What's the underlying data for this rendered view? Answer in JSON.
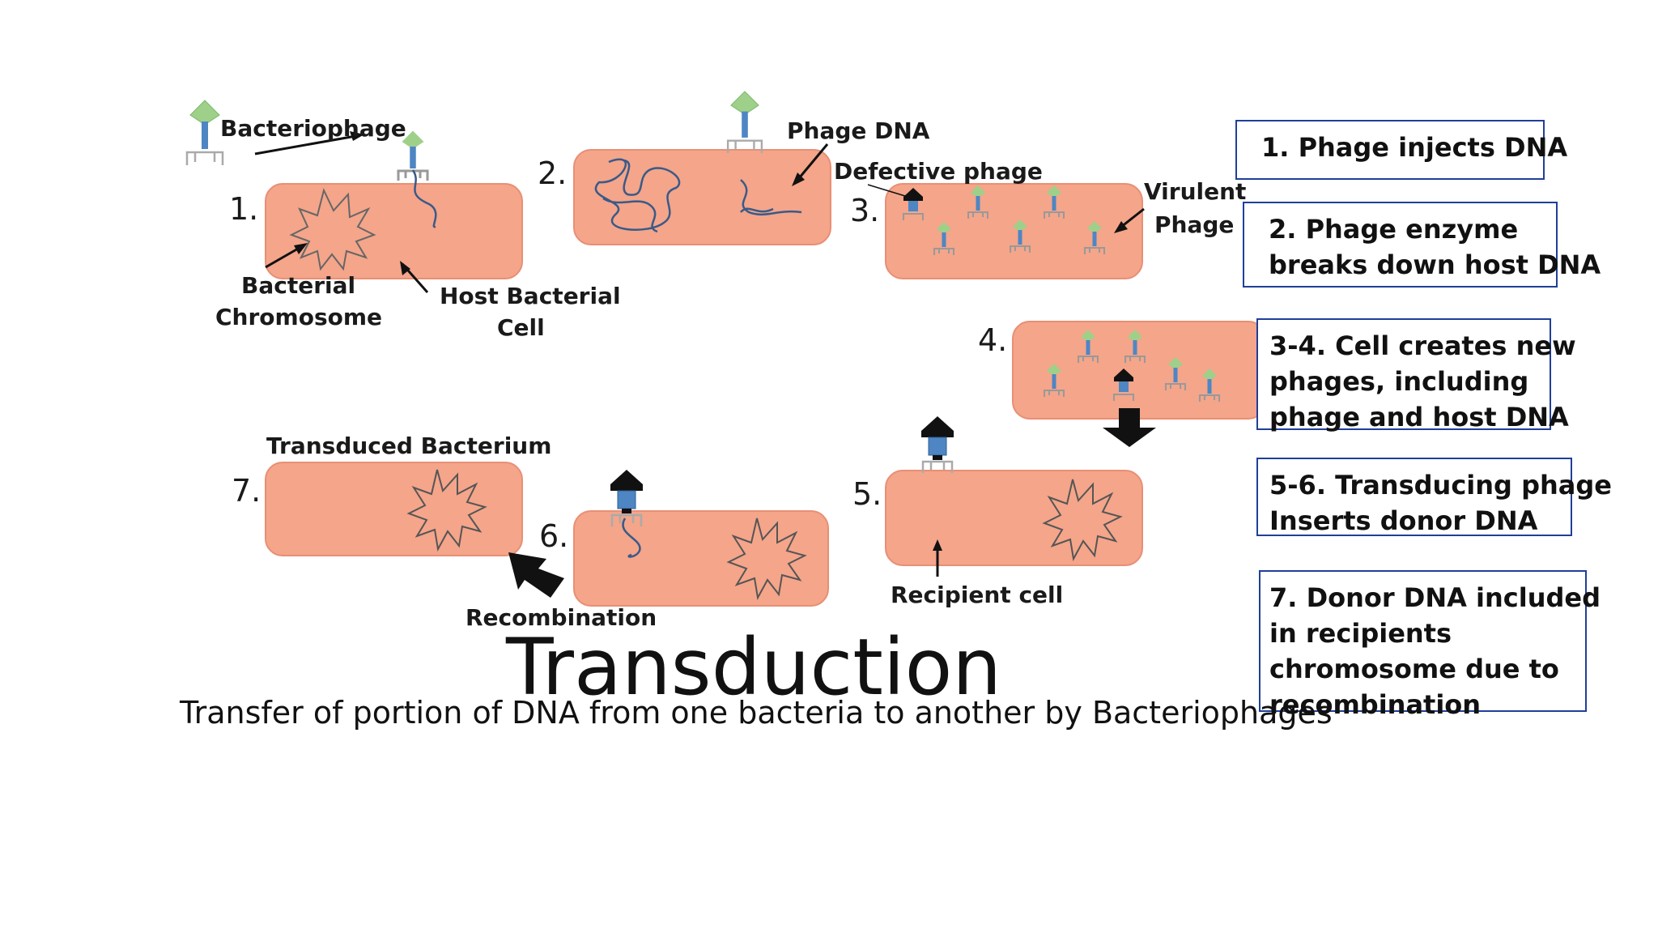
{
  "diagram": {
    "title": "Transduction",
    "subtitle": "Transfer of portion of DNA from one bacteria to another by Bacteriophages",
    "step_numbers": [
      "1.",
      "2.",
      "3.",
      "4.",
      "5.",
      "6.",
      "7."
    ],
    "labels": {
      "bacteriophage": "Bacteriophage",
      "bacterial_chromosome": [
        "Bacterial",
        "Chromosome"
      ],
      "host_bacterial_cell": [
        "Host Bacterial",
        "Cell"
      ],
      "phage_dna": "Phage DNA",
      "defective_phage": "Defective phage",
      "virulent_phage": [
        "Virulent",
        "Phage"
      ],
      "transduced_bacterium": "Transduced Bacterium",
      "recombination": "Recombination",
      "recipient_cell": "Recipient cell"
    },
    "step_boxes": [
      [
        "1. Phage injects DNA"
      ],
      [
        "2. Phage enzyme",
        "breaks down host DNA"
      ],
      [
        "3-4. Cell creates new",
        "phages, including",
        "phage and host DNA"
      ],
      [
        "5-6. Transducing phage",
        "Inserts donor DNA"
      ],
      [
        "7. Donor DNA included",
        "in recipients",
        "chromosome due to",
        "recombination"
      ]
    ],
    "colors": {
      "cell_fill": "#f4a58a",
      "phage_head": "#9fd08a",
      "phage_tail": "#4e86c4",
      "box_border": "#1f3f99"
    }
  }
}
